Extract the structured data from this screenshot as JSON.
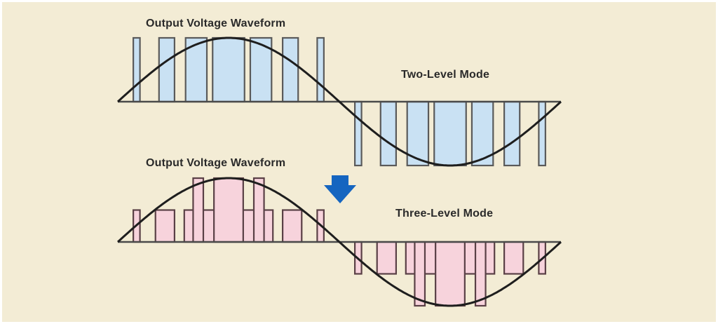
{
  "diagram": {
    "background_color": "#f3ecd5",
    "two_level": {
      "title": "Output Voltage Waveform",
      "mode_label": "Two-Level Mode",
      "pulse_fill": "#c9e1f3",
      "pulse_stroke": "#5a5a5a",
      "levels": [
        0,
        1
      ],
      "positive_pulses": [
        {
          "t0": 0.035,
          "t1": 0.05,
          "level": 1
        },
        {
          "t0": 0.093,
          "t1": 0.128,
          "level": 1
        },
        {
          "t0": 0.153,
          "t1": 0.201,
          "level": 1
        },
        {
          "t0": 0.214,
          "t1": 0.286,
          "level": 1
        },
        {
          "t0": 0.299,
          "t1": 0.347,
          "level": 1
        },
        {
          "t0": 0.372,
          "t1": 0.407,
          "level": 1
        },
        {
          "t0": 0.45,
          "t1": 0.465,
          "level": 1
        }
      ],
      "negative_pulses": [
        {
          "t0": 0.535,
          "t1": 0.55,
          "level": 1
        },
        {
          "t0": 0.593,
          "t1": 0.628,
          "level": 1
        },
        {
          "t0": 0.653,
          "t1": 0.701,
          "level": 1
        },
        {
          "t0": 0.714,
          "t1": 0.786,
          "level": 1
        },
        {
          "t0": 0.799,
          "t1": 0.847,
          "level": 1
        },
        {
          "t0": 0.872,
          "t1": 0.907,
          "level": 1
        },
        {
          "t0": 0.95,
          "t1": 0.965,
          "level": 1
        }
      ]
    },
    "three_level": {
      "title": "Output Voltage Waveform",
      "mode_label": "Three-Level Mode",
      "pulse_fill": "#f7d3dc",
      "pulse_stroke": "#5a4046",
      "levels": [
        0,
        0.5,
        1
      ],
      "positive_shape": [
        {
          "t0": 0.035,
          "t1": 0.05,
          "level": 0.5
        },
        {
          "t0": 0.085,
          "t1": 0.128,
          "level": 0.5
        },
        {
          "t0": 0.15,
          "t1": 0.35,
          "level": 0.5
        },
        {
          "t0": 0.17,
          "t1": 0.193,
          "level": 1
        },
        {
          "t0": 0.217,
          "t1": 0.283,
          "level": 1
        },
        {
          "t0": 0.307,
          "t1": 0.33,
          "level": 1
        },
        {
          "t0": 0.372,
          "t1": 0.415,
          "level": 0.5
        },
        {
          "t0": 0.45,
          "t1": 0.465,
          "level": 0.5
        }
      ],
      "negative_shape": [
        {
          "t0": 0.535,
          "t1": 0.55,
          "level": 0.5
        },
        {
          "t0": 0.585,
          "t1": 0.628,
          "level": 0.5
        },
        {
          "t0": 0.65,
          "t1": 0.85,
          "level": 0.5
        },
        {
          "t0": 0.67,
          "t1": 0.693,
          "level": 1
        },
        {
          "t0": 0.717,
          "t1": 0.783,
          "level": 1
        },
        {
          "t0": 0.807,
          "t1": 0.83,
          "level": 1
        },
        {
          "t0": 0.872,
          "t1": 0.915,
          "level": 0.5
        },
        {
          "t0": 0.95,
          "t1": 0.965,
          "level": 0.5
        }
      ]
    },
    "arrow": {
      "icon": "down-arrow-icon",
      "color": "#1565c0"
    },
    "sine_color": "#1e1e1e"
  }
}
